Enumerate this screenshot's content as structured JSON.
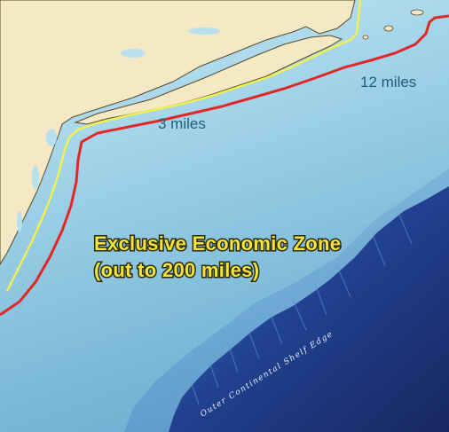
{
  "labels": {
    "three_miles": "3 miles",
    "twelve_miles": "12 miles",
    "eez_line1": "Exclusive Economic Zone",
    "eez_line2": "(out to 200 miles)",
    "shelf_edge": "Outer Continental Shelf Edge"
  },
  "colors": {
    "land": "#f5e8c4",
    "coastline": "#5a4a2a",
    "shallow_water": "#b9e0ee",
    "mid_water": "#8cc6de",
    "deep_water": "#2b4fa0",
    "abyss": "#1a2f6e",
    "three_mile_line": "#f0f050",
    "twelve_mile_line": "#e02828",
    "eez_text": "#f4e43a"
  },
  "boundaries": [
    {
      "name": "3-mile boundary",
      "distance_miles": 3
    },
    {
      "name": "12-mile boundary",
      "distance_miles": 12
    }
  ]
}
